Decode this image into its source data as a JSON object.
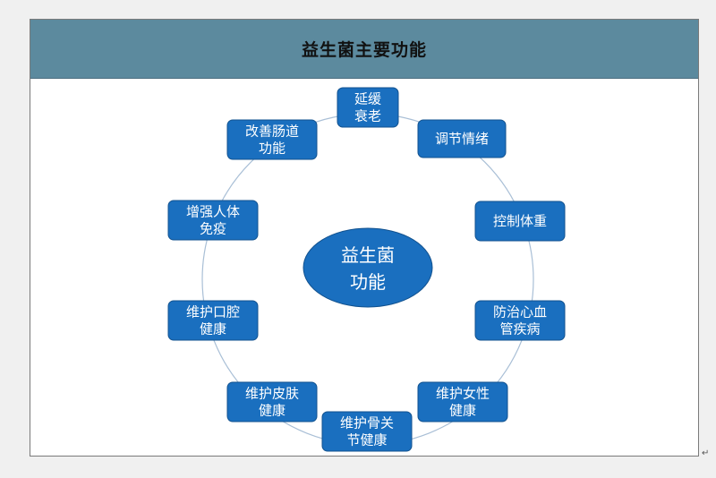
{
  "title": "益生菌主要功能",
  "center": {
    "lines": [
      "益生菌",
      "功能"
    ]
  },
  "nodes": [
    {
      "name": "node-yanhuan-shuailao",
      "lines": [
        "延缓",
        "衰老"
      ]
    },
    {
      "name": "node-tiaojie-qingxu",
      "lines": [
        "调节情绪"
      ]
    },
    {
      "name": "node-kongzhi-tizhong",
      "lines": [
        "控制体重"
      ]
    },
    {
      "name": "node-fangzhi-xinxueguan",
      "lines": [
        "防治心血",
        "管疾病"
      ]
    },
    {
      "name": "node-weihu-nvxing",
      "lines": [
        "维护女性",
        "健康"
      ]
    },
    {
      "name": "node-weihu-guguanjie",
      "lines": [
        "维护骨关",
        "节健康"
      ]
    },
    {
      "name": "node-weihu-pifu",
      "lines": [
        "维护皮肤",
        "健康"
      ]
    },
    {
      "name": "node-weihu-kouqiang",
      "lines": [
        "维护口腔",
        "健康"
      ]
    },
    {
      "name": "node-zengqiang-mianyi",
      "lines": [
        "增强人体",
        "免疫"
      ]
    },
    {
      "name": "node-gaishan-changdao",
      "lines": [
        "改善肠道",
        "功能"
      ]
    }
  ],
  "colors": {
    "node_fill": "#1a6fbf",
    "node_stroke": "#12528f",
    "ring": "#a9bfd6",
    "title_bar": "#5c8a9e"
  },
  "corner_mark": "↵"
}
